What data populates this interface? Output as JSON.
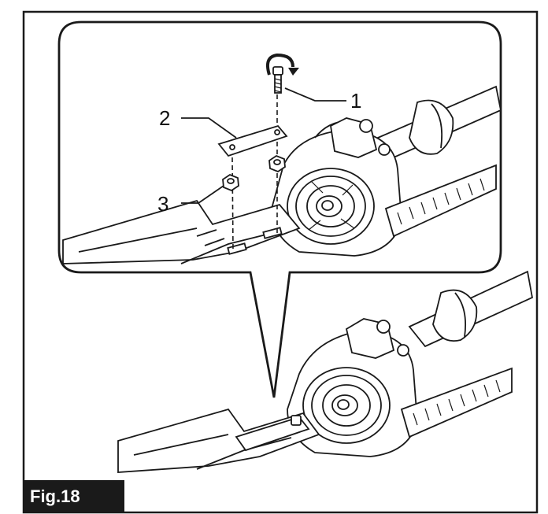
{
  "figure": {
    "label": "Fig.18",
    "callouts": [
      {
        "number": "1",
        "part": "bolt"
      },
      {
        "number": "2",
        "part": "plate"
      },
      {
        "number": "3",
        "part": "nut"
      }
    ]
  }
}
